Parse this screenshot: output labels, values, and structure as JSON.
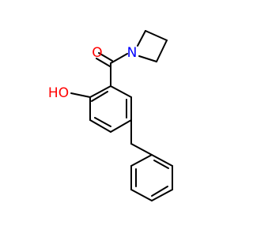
{
  "molecule": {
    "atoms": {
      "O_carbonyl": {
        "label": "O",
        "color": "#ff0000"
      },
      "N_azetidine": {
        "label": "N",
        "color": "#0000ff"
      },
      "O_hydroxyl": {
        "label": "HO",
        "color": "#ff0000"
      }
    }
  }
}
